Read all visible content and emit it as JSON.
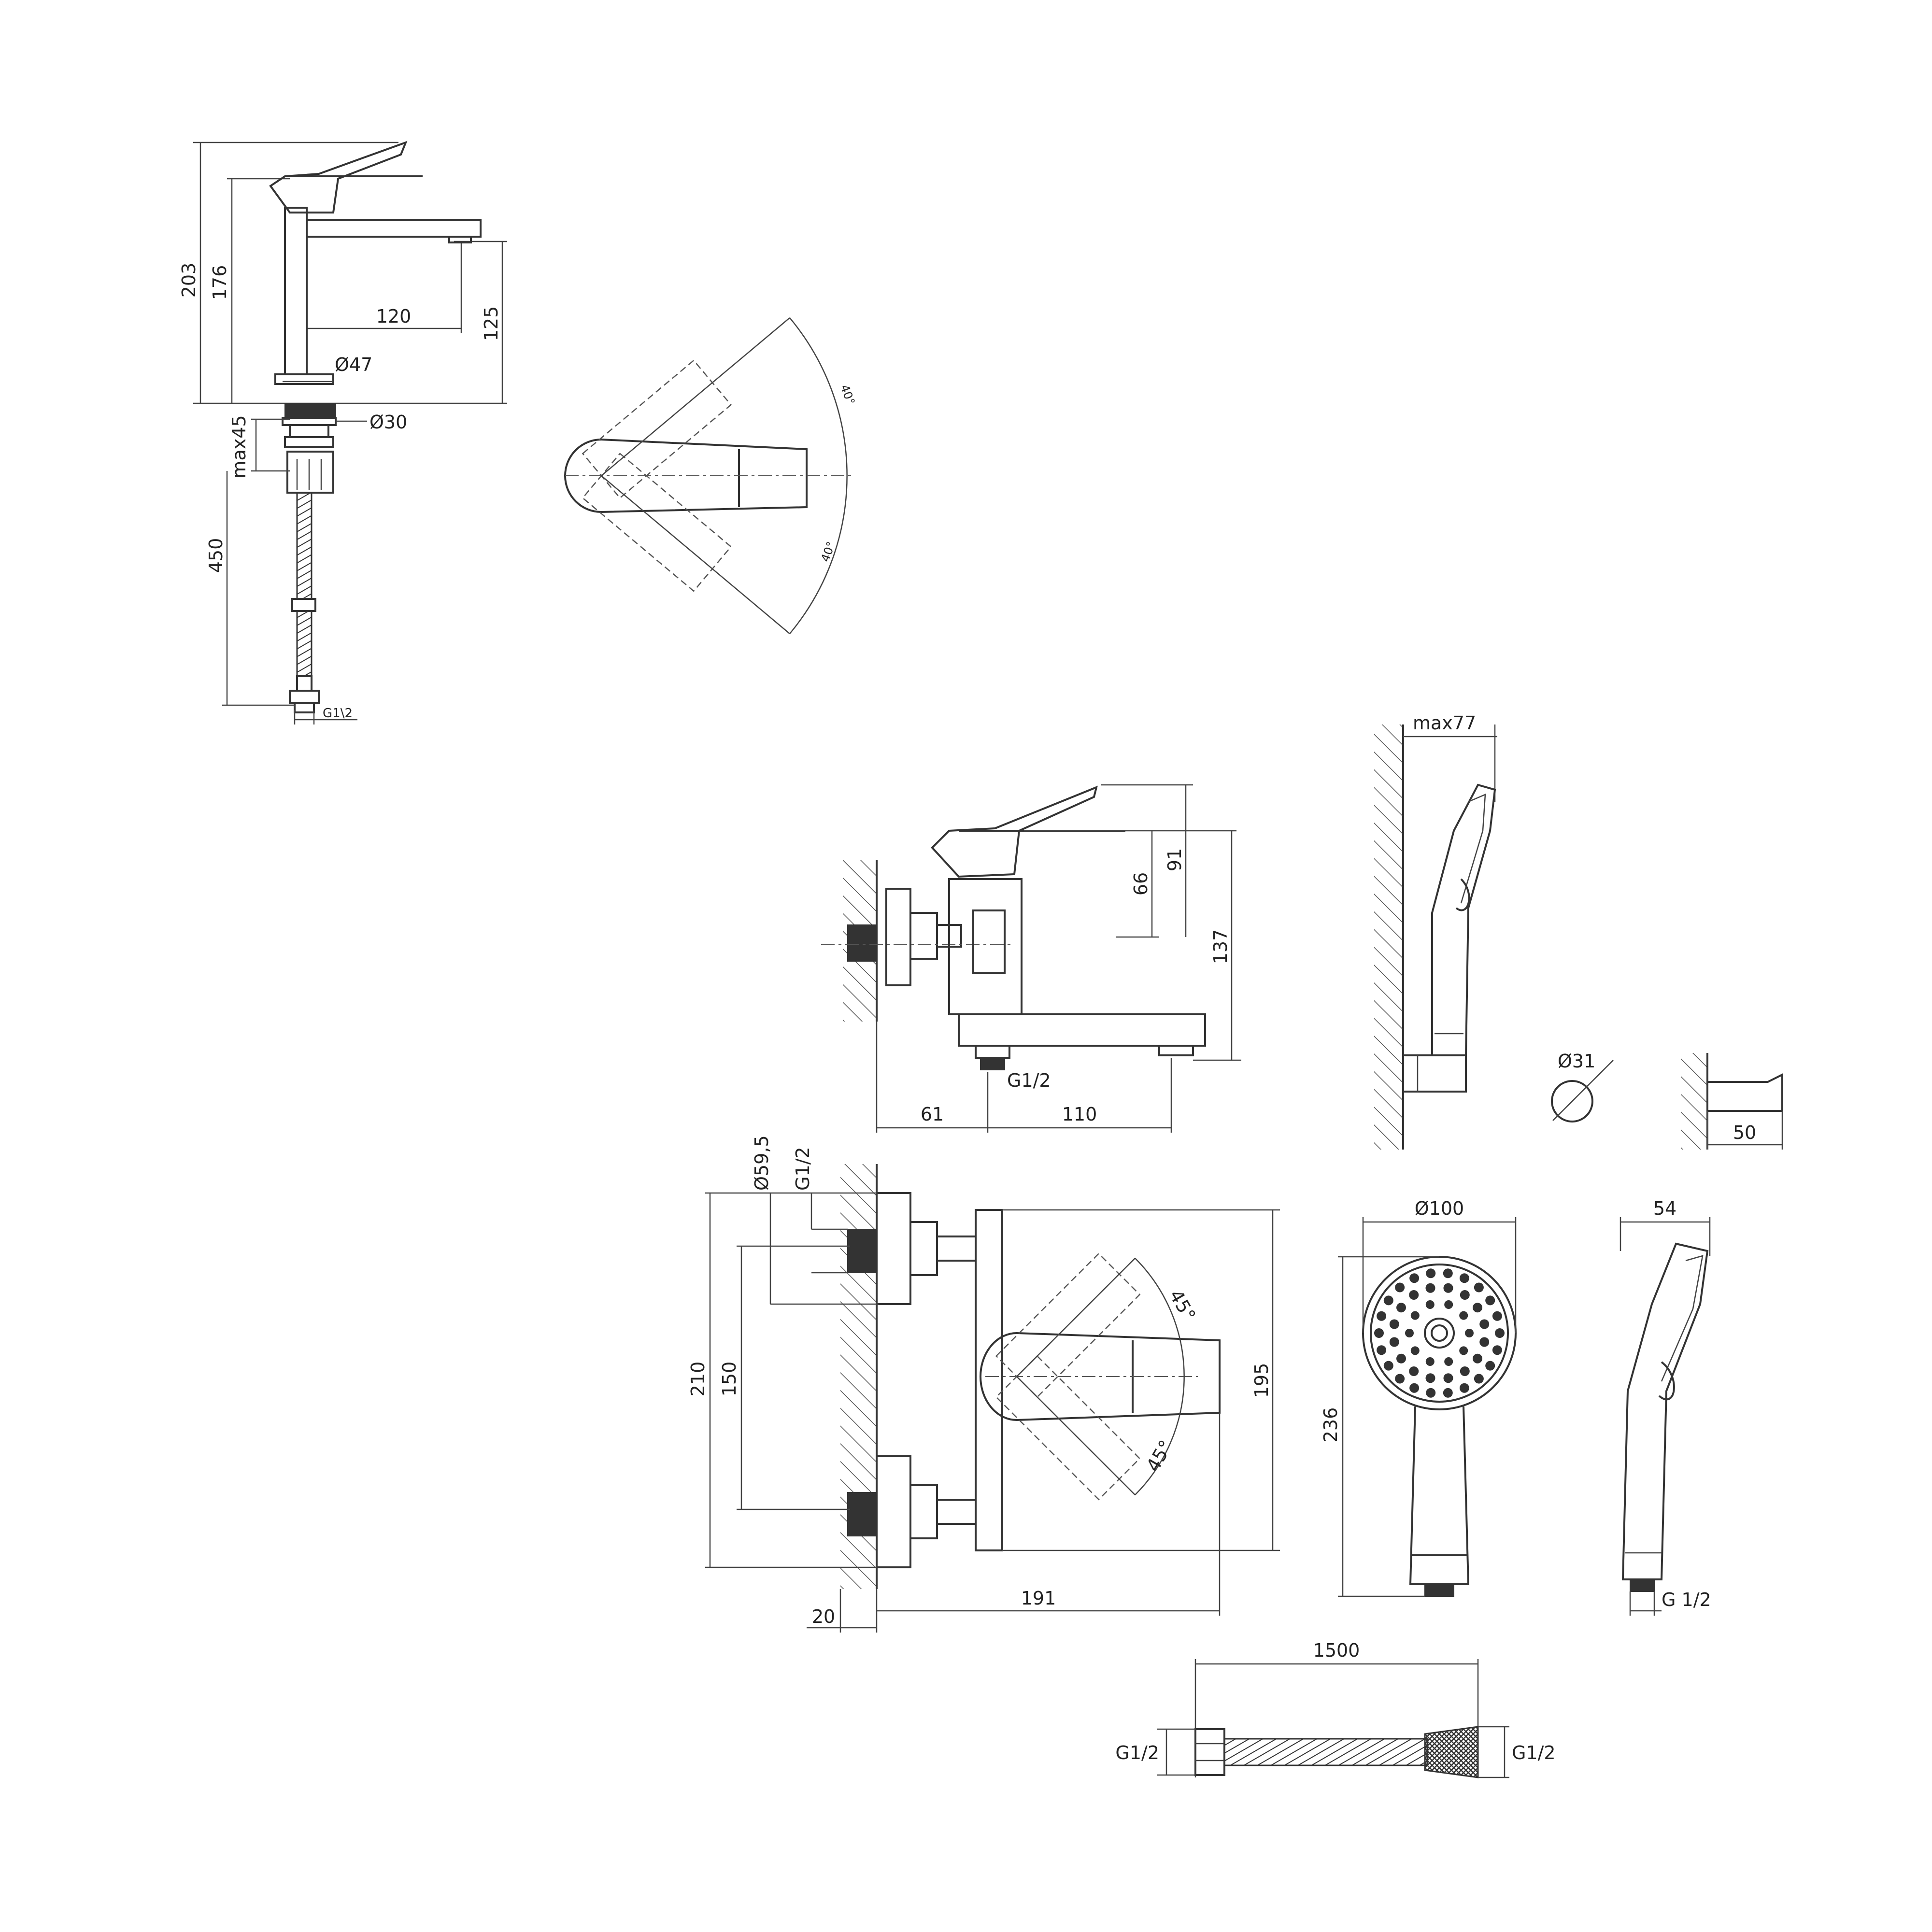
{
  "basin_mixer": {
    "side_view": {
      "dims": [
        "203",
        "176",
        "120",
        "125",
        "Ø47",
        "Ø30",
        "max45",
        "450",
        "G1\\2"
      ]
    },
    "top_view": {
      "angles": [
        "40°",
        "40°"
      ]
    }
  },
  "bath_mixer": {
    "side_view": {
      "dims": [
        "91",
        "66",
        "137",
        "G1/2",
        "61",
        "110"
      ]
    },
    "top_view": {
      "dims": [
        "Ø59,5",
        "G1/2",
        "210",
        "150",
        "195",
        "20",
        "191"
      ],
      "angles": [
        "45°",
        "45°"
      ]
    }
  },
  "hand_shower": {
    "holder_side": {
      "dims": [
        "max77"
      ]
    },
    "holder_detail": {
      "dims": [
        "Ø31",
        "50"
      ]
    },
    "front": {
      "dims": [
        "Ø100",
        "236"
      ]
    },
    "profile": {
      "dims": [
        "54",
        "G 1/2"
      ]
    }
  },
  "hose": {
    "dims": [
      "1500",
      "G1/2",
      "G1/2"
    ]
  }
}
